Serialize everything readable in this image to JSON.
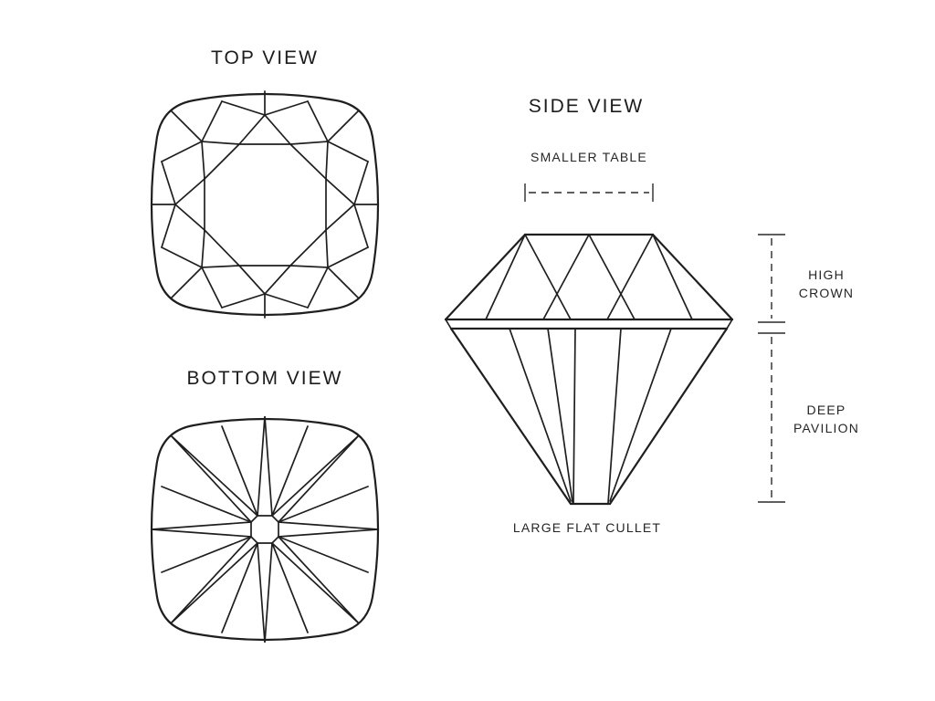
{
  "page": {
    "background_color": "#ffffff",
    "line_color": "#1f1f1f",
    "description": "Old mine cut diamond diagram with top, bottom and side facet views"
  },
  "views": {
    "top": {
      "title": "TOP VIEW"
    },
    "bottom": {
      "title": "BOTTOM VIEW"
    },
    "side": {
      "title": "SIDE VIEW",
      "annotations": {
        "table": "SMALLER TABLE",
        "crown": "HIGH CROWN",
        "pavilion": "DEEP PAVILION",
        "culet": "LARGE FLAT CULLET"
      }
    }
  }
}
